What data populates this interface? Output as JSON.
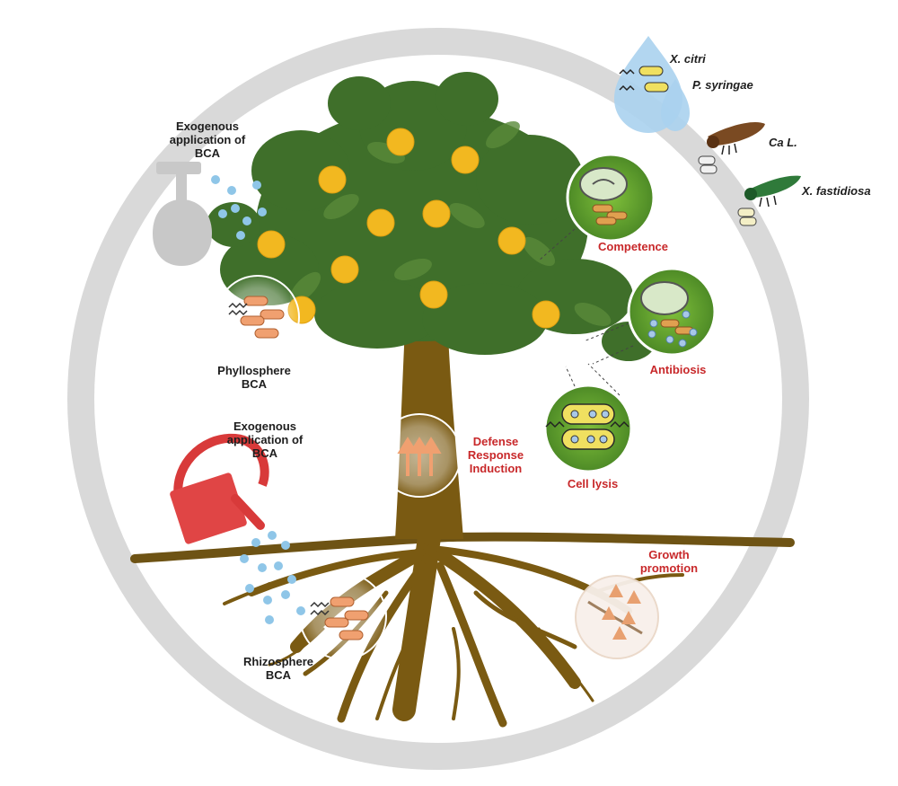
{
  "colors": {
    "ring": "#d9d9d9",
    "foliage": "#3f6f2a",
    "foliage_light": "#5a8a3a",
    "fruit": "#f2b820",
    "trunk": "#7a5a12",
    "mechanism_label": "#c8282a",
    "droplet": "#8fc6e8",
    "can": "#e04545",
    "sprayer": "#c8c8c8",
    "bacteria": "#f0a070"
  },
  "labels": {
    "exogenous_top": [
      "Exogenous",
      "application of",
      "BCA"
    ],
    "exogenous_mid": [
      "Exogenous",
      "application of",
      "BCA"
    ],
    "phyllosphere": [
      "Phyllosphere",
      "BCA"
    ],
    "rhizosphere": [
      "Rhizosphere",
      "BCA"
    ],
    "defense": [
      "Defense",
      "Response",
      "Induction"
    ],
    "competence": "Competence",
    "antibiosis": "Antibiosis",
    "cell_lysis": "Cell lysis",
    "growth": [
      "Growth",
      "promotion"
    ]
  },
  "pathogens": {
    "x_citri": "X. citri",
    "p_syringae": "P. syringae",
    "ca_l": "Ca L.",
    "x_fastidiosa": "X. fastidiosa"
  },
  "icons": {
    "sprayer": "spray-bottle-icon",
    "watering_can": "watering-can-icon",
    "psyllid": "insect-icon",
    "leafhopper": "insect-icon",
    "rain": "droplet-icon"
  }
}
